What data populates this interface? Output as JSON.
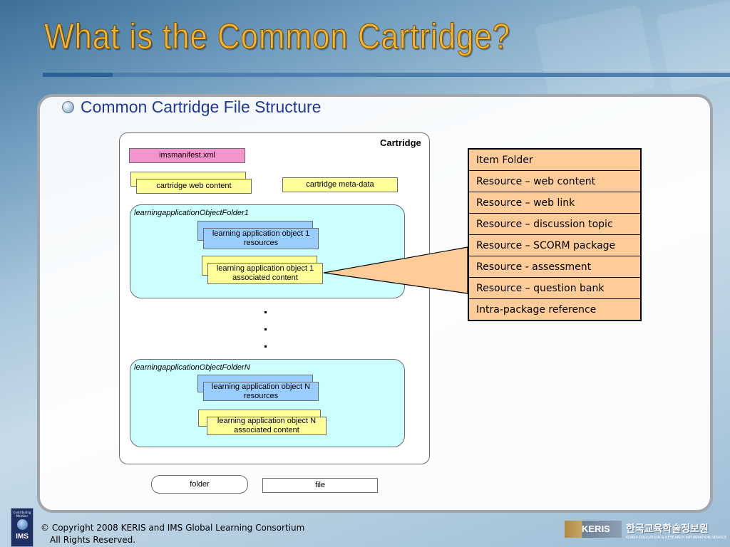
{
  "slide": {
    "title": "What is the Common Cartridge?",
    "subtitle": "Common Cartridge File Structure"
  },
  "diagram": {
    "cartridge_label": "Cartridge",
    "manifest": "imsmanifest.xml",
    "web_content": "cartridge web content",
    "meta_data": "cartridge meta-data",
    "folder_1": {
      "label": "learningapplicationObjectFolder1",
      "resources": "learning application object 1 resources",
      "content": "learning application object 1 associated content"
    },
    "folder_n": {
      "label": "learningapplicationObjectFolderN",
      "resources": "learning application object N resources",
      "content": "learning application object N associated content"
    },
    "legend": {
      "folder": "folder",
      "file": "file"
    }
  },
  "resource_types": [
    "Item Folder",
    "Resource – web content",
    "Resource – web link",
    "Resource – discussion topic",
    "Resource – SCORM package",
    "Resource - assessment",
    "Resource – question bank",
    "Intra-package reference"
  ],
  "colors": {
    "title": "#f6b52a",
    "subtitle": "#1f3a9a",
    "manifest_file": "#f494cd",
    "content_file": "#ffff99",
    "resource_file": "#99ccff",
    "folder_fill": "#ccffff",
    "table_fill": "#fecc99"
  },
  "footer": {
    "copyright_line1": "© Copyright 2008 KERIS and IMS Global Learning Consortium",
    "copyright_line2": "All Rights Reserved.",
    "ims_logo_top": "Contributing Member",
    "ims_logo_word": "IMS",
    "keris_logo": "KERIS",
    "keris_korean": "한국교육학술정보원",
    "keris_english": "KOREA EDUCATION & RESEARCH INFORMATION SERVICE"
  }
}
